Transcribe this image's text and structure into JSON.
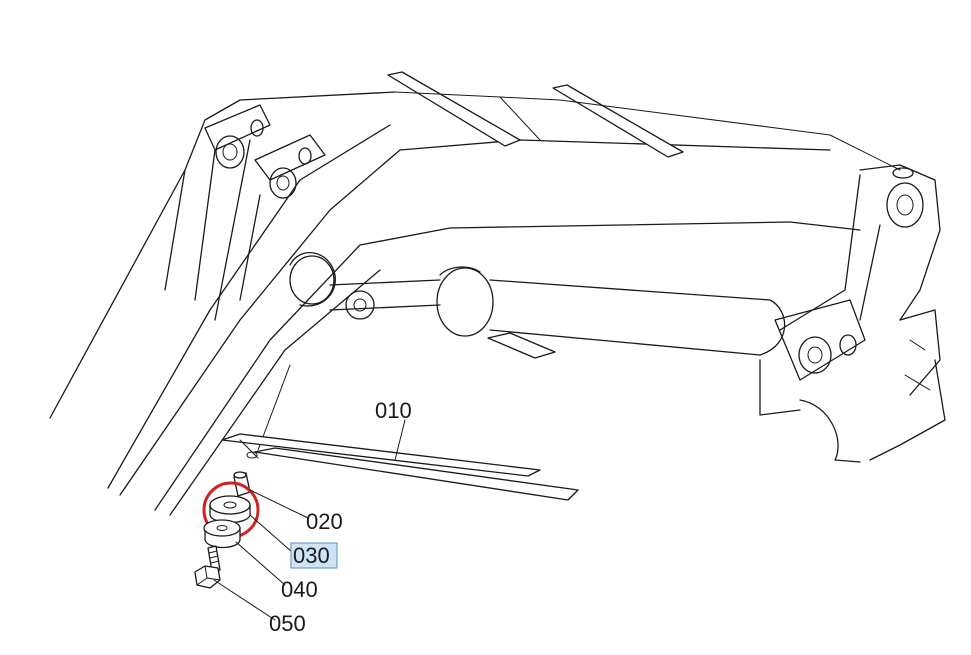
{
  "callouts": {
    "part_010": "010",
    "part_020": "020",
    "part_030": "030",
    "part_040": "040",
    "part_050": "050"
  },
  "selected_part": "030",
  "colors": {
    "selection_ring": "#d42020",
    "selection_highlight": "#cfe3f7",
    "line": "#1a1a1a",
    "background": "#ffffff"
  }
}
